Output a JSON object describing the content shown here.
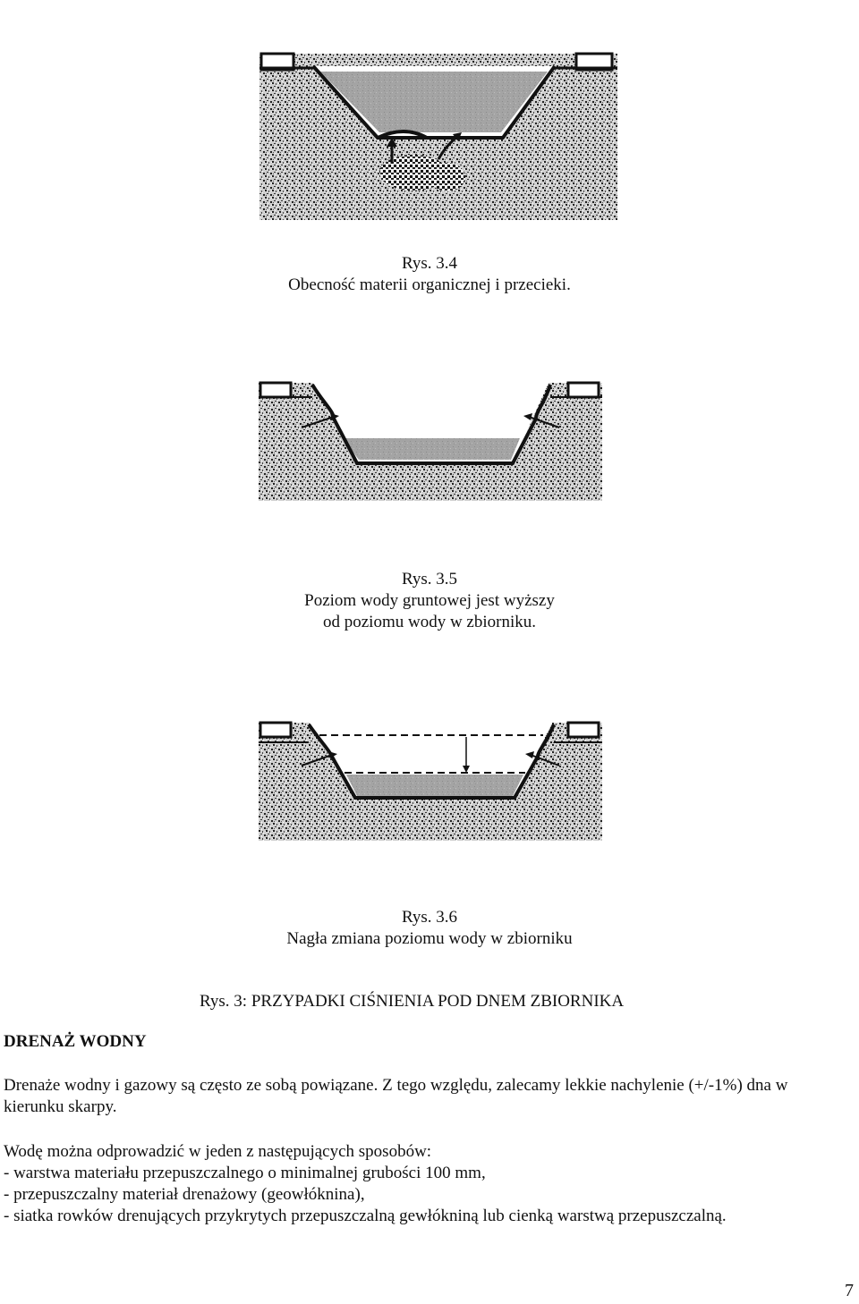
{
  "figures": [
    {
      "label": "Rys. 3.4",
      "caption_lines": [
        "Obecność materii organicznej i przecieki."
      ]
    },
    {
      "label": "Rys. 3.5",
      "caption_lines": [
        "Poziom wody gruntowej jest wyższy",
        "od poziomu wody w zbiorniku."
      ]
    },
    {
      "label": "Rys. 3.6",
      "caption_lines": [
        "Nagła zmiana poziomu wody w zbiorniku"
      ]
    }
  ],
  "overall_caption": "Rys. 3: PRZYPADKI CIŚNIENIA POD DNEM ZBIORNIKA",
  "section_heading": "DRENAŻ WODNY",
  "paragraph1_lines": [
    "Drenaże wodny i gazowy są często ze sobą powiązane. Z tego względu, zalecamy lekkie nachylenie (+/-1%) dna w",
    "kierunku skarpy."
  ],
  "paragraph2_lines": [
    "Wodę można odprowadzić w jeden z następujących sposobów:",
    "- warstwa materiału przepuszczalnego o minimalnej grubości 100 mm,",
    "- przepuszczalny materiał drenażowy (geowłóknina),",
    "- siatka rowków drenujących przykrytych przepuszczalną gewłókniną lub cienką warstwą przepuszczalną."
  ],
  "page_number": "7",
  "colors": {
    "soil": "#9a9a9a",
    "water": "#a8a8a8",
    "ink": "#111111"
  }
}
